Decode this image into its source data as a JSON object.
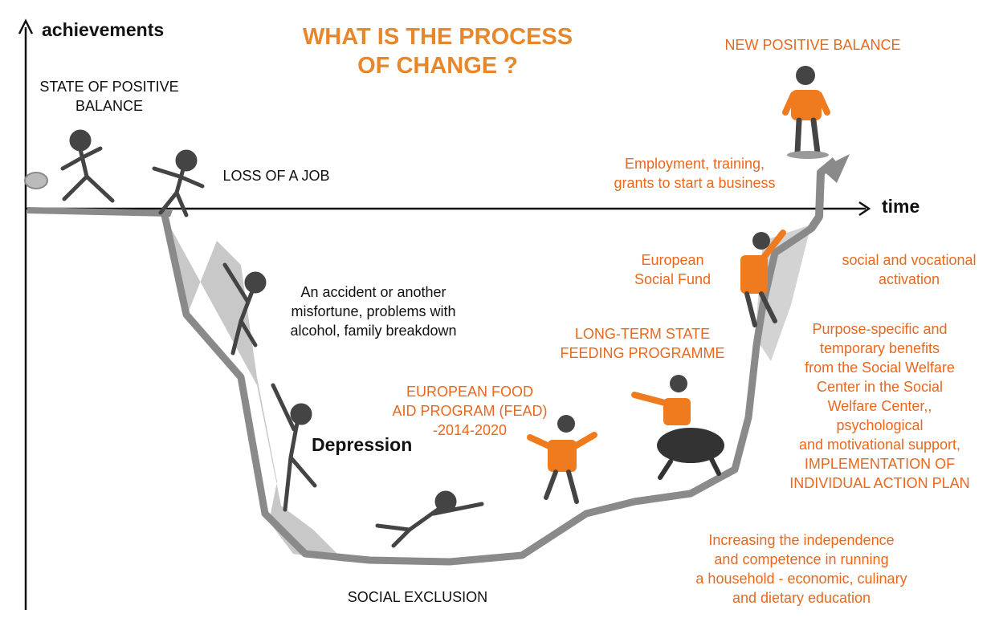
{
  "title": "WHAT IS THE PROCESS\nOF CHANGE ?",
  "axes": {
    "y_label": "achievements",
    "x_label": "time"
  },
  "labels": {
    "state_positive_balance": "STATE OF POSITIVE\nBALANCE",
    "loss_of_job": "LOSS OF A JOB",
    "accident": "An accident or another\nmisfortune, problems with\nalcohol, family breakdown",
    "depression": "Depression",
    "social_exclusion": "SOCIAL EXCLUSION",
    "fead": "EUROPEAN FOOD\nAID PROGRAM (FEAD)\n-2014-2020",
    "long_term": "LONG-TERM STATE\nFEEDING PROGRAMME",
    "esf": "European\nSocial Fund",
    "activation": "social and vocational\nactivation",
    "benefits": "Purpose-specific and\ntemporary benefits\nfrom the Social Welfare\nCenter in the Social\nWelfare Center,,\npsychological\nand motivational support,\nIMPLEMENTATION OF\nINDIVIDUAL ACTION PLAN",
    "employment": "Employment, training,\ngrants to start a business",
    "new_balance": "NEW POSITIVE BALANCE",
    "independence": "Increasing the independence\nand competence in running\na household - economic, culinary\nand dietary education"
  },
  "colors": {
    "accent_orange": "#e8681e",
    "title_orange": "#e8862a",
    "text": "#111111",
    "path_gray": "#8a8a8a",
    "figure_gray": "#4a4a4a"
  }
}
